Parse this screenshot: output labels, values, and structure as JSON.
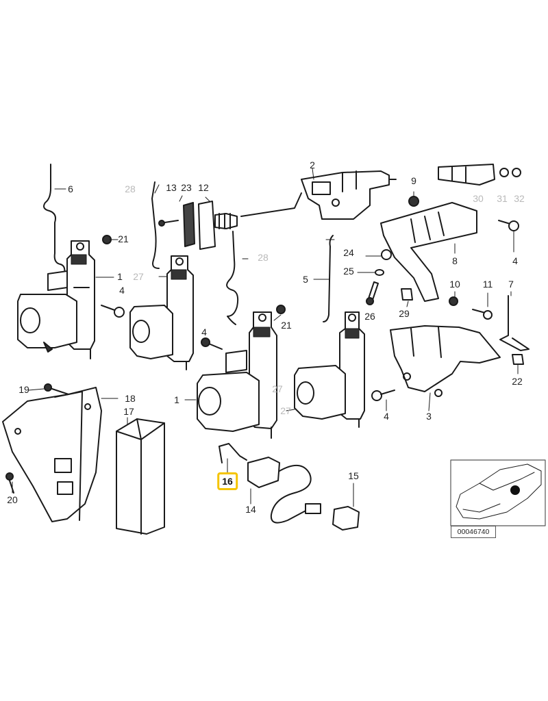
{
  "diagram": {
    "highlight_color": "#f5c400",
    "dark_label_color": "#222222",
    "grey_label_color": "#b9b9b9",
    "reference_number": "00046740",
    "labels": {
      "l1a": "1",
      "l1b": "1",
      "l2": "2",
      "l3": "3",
      "l4a": "4",
      "l4b": "4",
      "l4c": "4",
      "l4d": "4",
      "l5": "5",
      "l6": "6",
      "l7": "7",
      "l8": "8",
      "l9": "9",
      "l10": "10",
      "l11": "11",
      "l12": "12",
      "l13": "13",
      "l14": "14",
      "l15": "15",
      "l16": "16",
      "l17": "17",
      "l18": "18",
      "l19": "19",
      "l20": "20",
      "l21a": "21",
      "l21b": "21",
      "l22": "22",
      "l23": "23",
      "l24": "24",
      "l25": "25",
      "l26": "26",
      "l27a": "27",
      "l27b": "27",
      "l27c": "27",
      "l28a": "28",
      "l28b": "28",
      "l29": "29",
      "l30": "30",
      "l31": "31",
      "l32": "32"
    }
  }
}
